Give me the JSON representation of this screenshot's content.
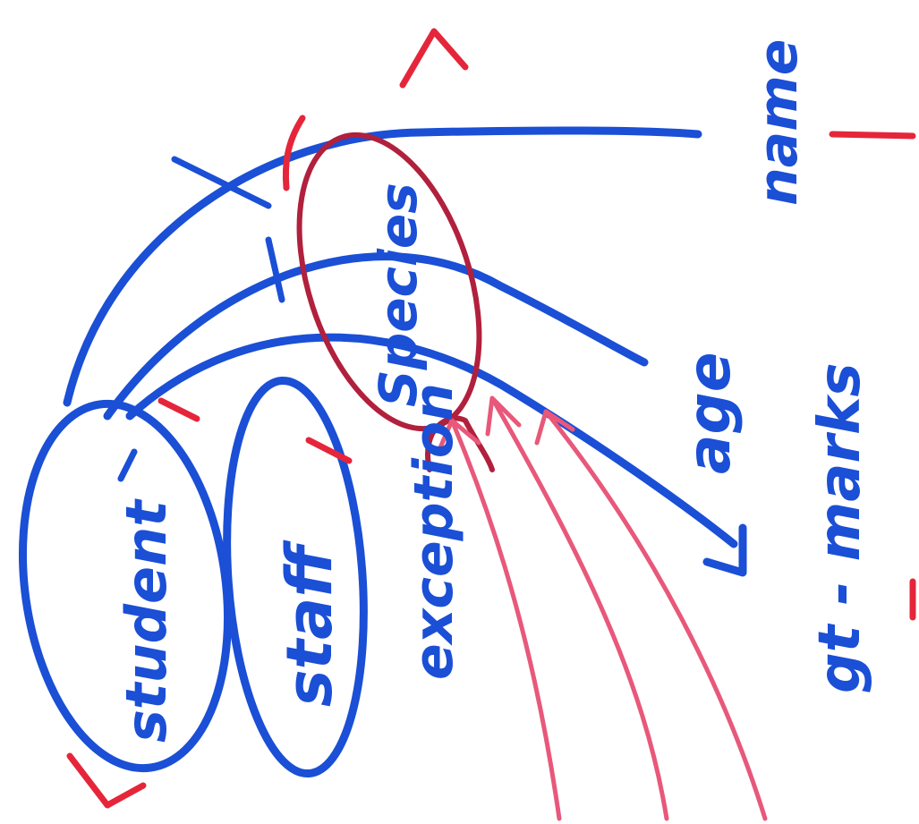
{
  "labels": {
    "student": "student",
    "staff": "staff",
    "exception": "exception",
    "species": "Species",
    "age": "age",
    "name": "name",
    "marks": "gt - marks"
  },
  "colors": {
    "ink_blue": "#1a4fd6",
    "ink_maroon": "#b1203c",
    "ink_pink": "#e8587a",
    "ink_red": "#e5263a"
  }
}
